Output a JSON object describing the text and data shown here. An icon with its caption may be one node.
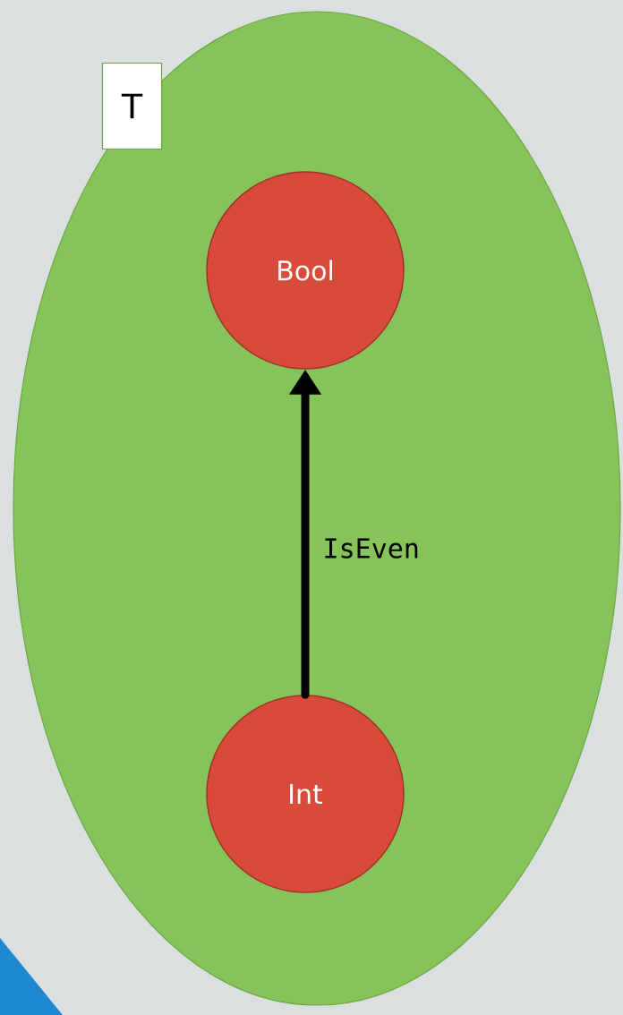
{
  "diagram": {
    "nodes": [
      {
        "text": [
          "T"
        ]
      },
      {
        "text": [
          "Bool"
        ],
        "in": 0
      },
      {
        "text": [
          "Int"
        ],
        "in": 0
      }
    ],
    "edges": [
      {
        "from": 2,
        "to": 1,
        "arrow": "to",
        "label": "IsEven"
      }
    ]
  }
}
